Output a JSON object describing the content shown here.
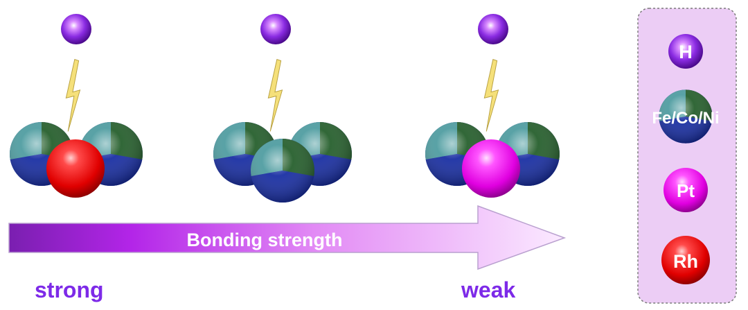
{
  "arrow": {
    "label": "Bonding strength"
  },
  "scale": {
    "left_label": "strong",
    "right_label": "weak"
  },
  "legend": {
    "items": [
      {
        "label": "H"
      },
      {
        "label": "Fe/Co/Ni"
      },
      {
        "label": "Pt"
      },
      {
        "label": "Rh"
      }
    ]
  },
  "colors": {
    "purple_text": "#7d2ae8",
    "hydrogen": "#8a2be2",
    "metal_red": "#e60000",
    "metal_pink": "#e000e0",
    "legend_bg": "#eccdf5",
    "bolt": "#f5e07a"
  }
}
